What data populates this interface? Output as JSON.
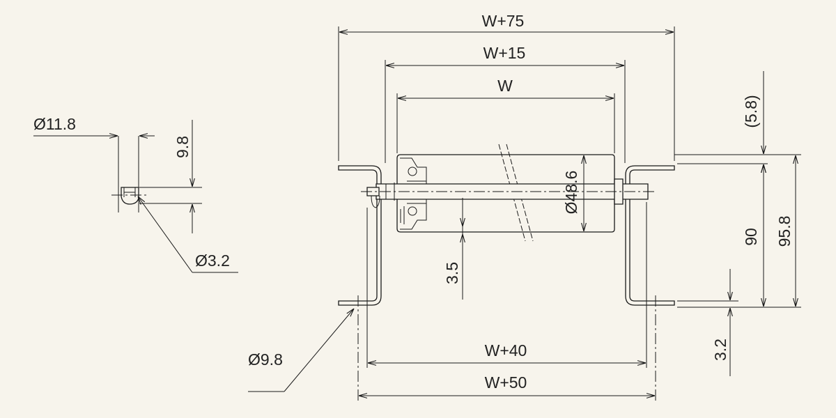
{
  "colors": {
    "background": "#f7f4ec",
    "line": "#1a1a1a",
    "text": "#222222"
  },
  "dimensions": {
    "d_shaft_end": "Ø11.8",
    "slot_height": "9.8",
    "d_hole": "Ø3.2",
    "d_frame_hole": "Ø9.8",
    "frame_outer": "W+75",
    "frame_inner": "W+15",
    "roller_length": "W",
    "roller_diameter": "Ø48.6",
    "shaft_offset": "3.5",
    "hole_pitch_inner": "W+40",
    "hole_pitch_outer": "W+50",
    "top_offset": "(5.8)",
    "axle_height": "90",
    "total_height": "95.8",
    "plate_thickness": "3.2"
  }
}
